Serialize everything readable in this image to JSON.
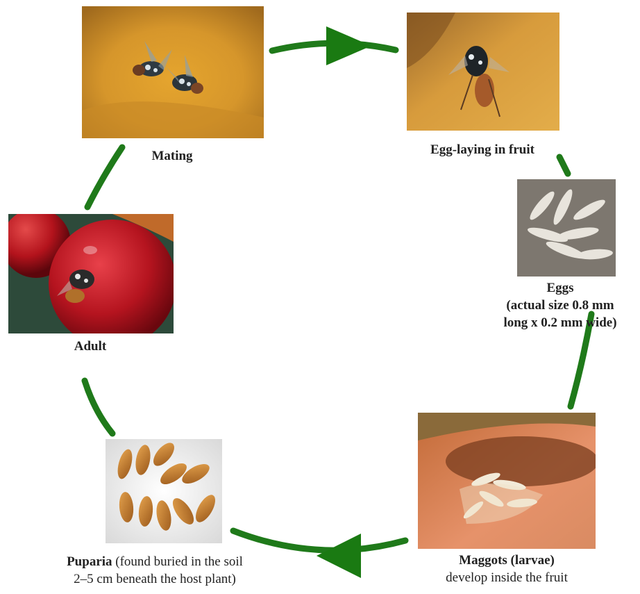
{
  "colors": {
    "arrow": "#1f7a1a",
    "arrowhead": "#1a7a12",
    "label_text": "#222222"
  },
  "stages": {
    "mating": {
      "label": "Mating"
    },
    "egg_laying": {
      "label": "Egg-laying in fruit"
    },
    "eggs": {
      "label_line1": "Eggs",
      "label_line2": "(actual size 0.8 mm",
      "label_line3": "long x 0.2 mm wide)"
    },
    "maggots": {
      "label_bold": "Maggots (larvae)",
      "label_normal": "develop inside the fruit"
    },
    "puparia": {
      "label_bold": "Puparia",
      "label_line1_rest": " (found buried in the soil",
      "label_line2": "2–5 cm beneath the host plant)"
    },
    "adult": {
      "label": "Adult"
    }
  }
}
